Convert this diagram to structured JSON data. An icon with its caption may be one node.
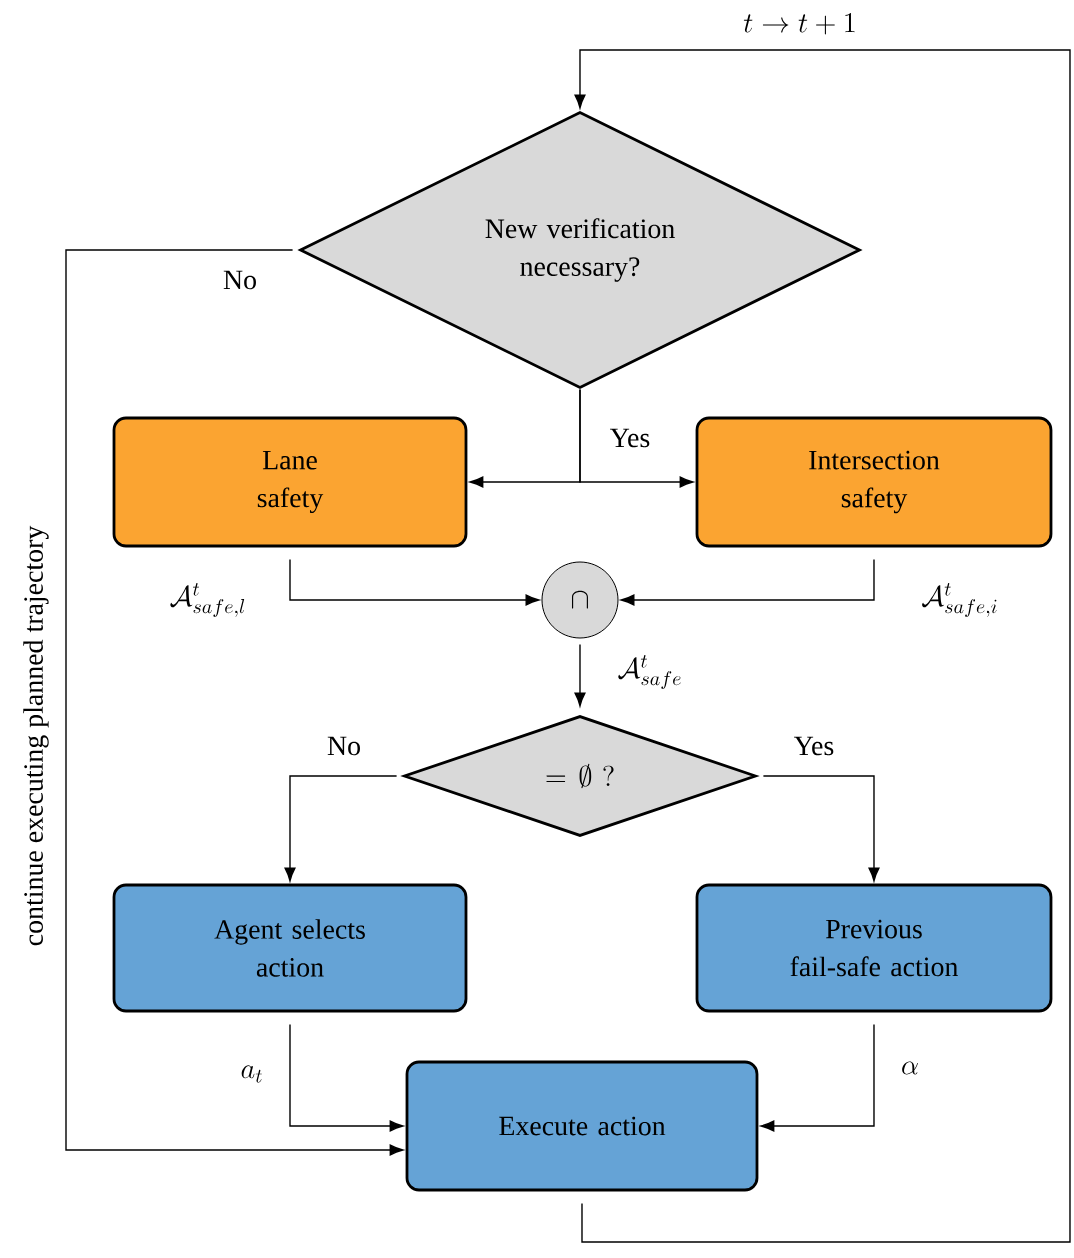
{
  "diagram": {
    "nodes": [
      {
        "text": [
          "New verification necessary?"
        ]
      },
      {
        "text": [
          "Lane safety"
        ]
      },
      {
        "text": [
          "Intersection safety"
        ]
      },
      {
        "text": [
          "\\cap"
        ]
      },
      {
        "text": [
          "= \\emptyset\\ ?"
        ]
      },
      {
        "text": [
          "Agent selects action"
        ]
      },
      {
        "text": [
          "Previous fail-safe action"
        ]
      },
      {
        "text": [
          "Execute action"
        ]
      }
    ],
    "edges": [
      {
        "from": 0,
        "to": 1,
        "arrow": "to",
        "label": "Yes"
      },
      {
        "from": 0,
        "to": 2,
        "arrow": "to"
      },
      {
        "from": 0,
        "to": 7,
        "arrow": "to",
        "label": "No"
      },
      {
        "from": 1,
        "to": 3,
        "arrow": "to",
        "label": "\\mathcal{A}^t_{safe,l}"
      },
      {
        "from": 2,
        "to": 3,
        "arrow": "to",
        "label": "\\mathcal{A}^t_{safe,i}"
      },
      {
        "from": 3,
        "to": 4,
        "arrow": "to",
        "label": "\\mathcal{A}^t_{safe}"
      },
      {
        "from": 4,
        "to": 5,
        "arrow": "to",
        "label": "No"
      },
      {
        "from": 4,
        "to": 6,
        "arrow": "to",
        "label": "Yes"
      },
      {
        "from": 5,
        "to": 7,
        "arrow": "to",
        "label": "a_t"
      },
      {
        "from": 6,
        "to": 7,
        "arrow": "to",
        "label": "\\alpha"
      },
      {
        "from": 7,
        "to": 0,
        "arrow": "to",
        "label": "t \\rightarrow t+1"
      }
    ],
    "labels": [
      "continue executing planned trajectory"
    ]
  }
}
